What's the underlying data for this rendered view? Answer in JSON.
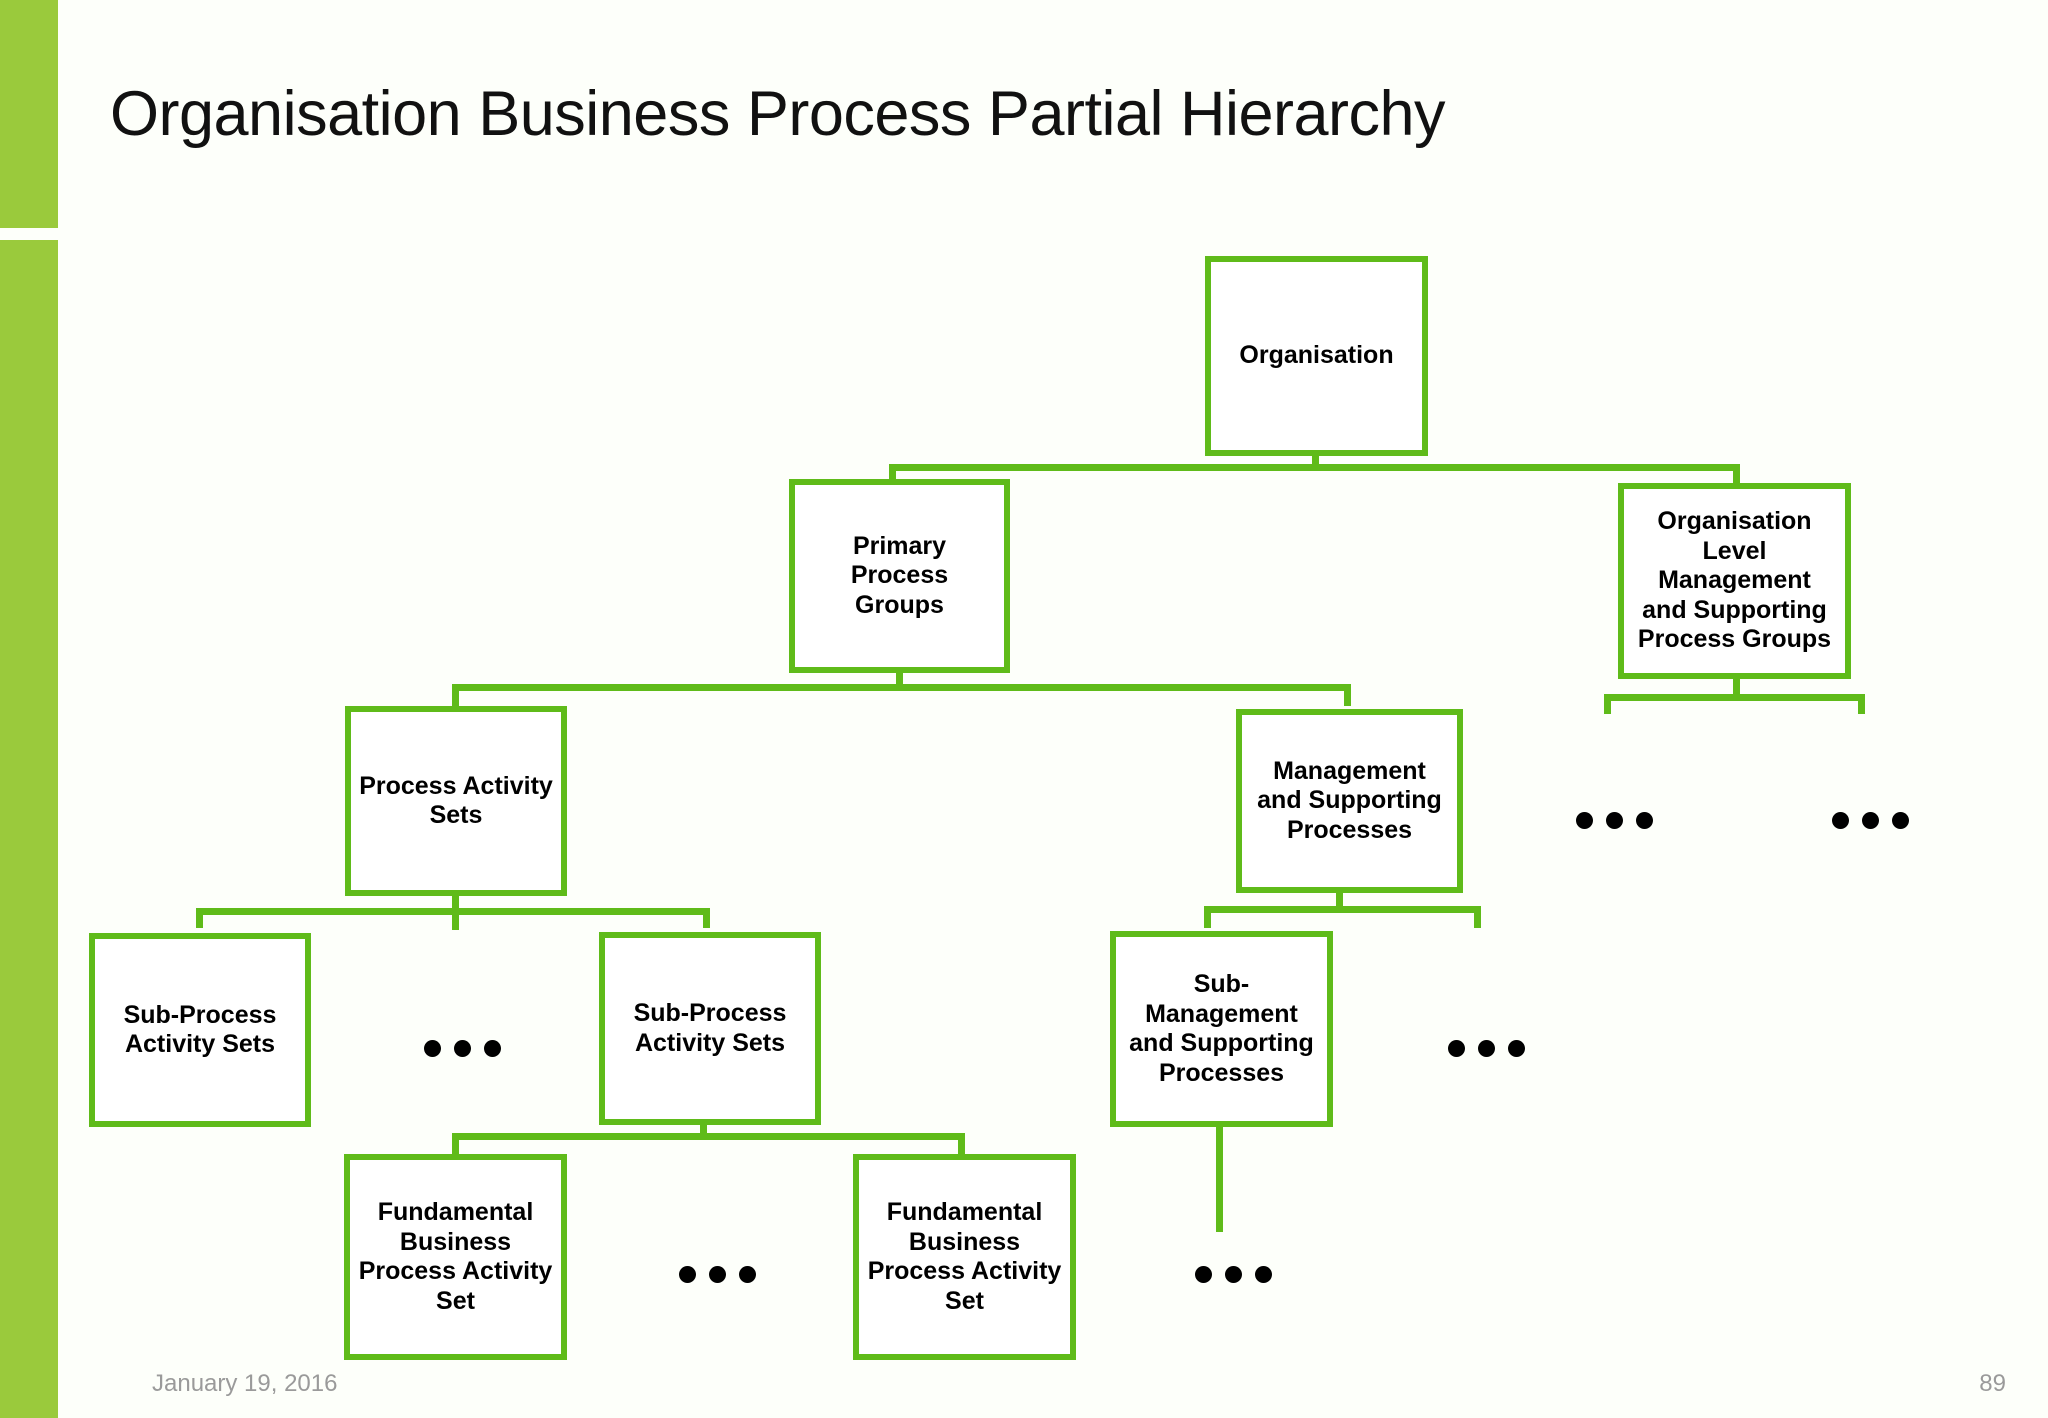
{
  "slide": {
    "title": "Organisation Business Process Partial Hierarchy",
    "accent_color": "#9ACA3C",
    "line_color": "#5FBB19",
    "background_color": "#FDFFFA",
    "footer": {
      "date": "January 19, 2016",
      "page_number": "89"
    }
  },
  "chart_data": {
    "type": "diagram",
    "title": "Organisation Business Process Partial Hierarchy",
    "layout": "top-down tree",
    "nodes": [
      {
        "id": "organisation",
        "label": "Organisation",
        "level": 0
      },
      {
        "id": "primary-process-groups",
        "label": "Primary Process\nGroups",
        "level": 1
      },
      {
        "id": "org-level-mgmt-supporting-process-groups",
        "label": "Organisation\nLevel\nManagement\nand Supporting\nProcess Groups",
        "level": 1
      },
      {
        "id": "process-activity-sets",
        "label": "Process Activity\nSets",
        "level": 2
      },
      {
        "id": "management-and-supporting-processes",
        "label": "Management\nand Supporting\nProcesses",
        "level": 2
      },
      {
        "id": "sub-process-activity-sets-left",
        "label": "Sub-Process\nActivity Sets",
        "level": 3
      },
      {
        "id": "sub-process-activity-sets-right",
        "label": "Sub-Process\nActivity Sets",
        "level": 3
      },
      {
        "id": "sub-management-and-supporting-processes",
        "label": "Sub-\nManagement\nand Supporting\nProcesses",
        "level": 3
      },
      {
        "id": "fundamental-business-process-activity-set-left",
        "label": "Fundamental\nBusiness\nProcess Activity\nSet",
        "level": 4
      },
      {
        "id": "fundamental-business-process-activity-set-right",
        "label": "Fundamental\nBusiness\nProcess Activity\nSet",
        "level": 4
      }
    ],
    "edges": [
      {
        "from": "organisation",
        "to": "primary-process-groups"
      },
      {
        "from": "organisation",
        "to": "org-level-mgmt-supporting-process-groups"
      },
      {
        "from": "primary-process-groups",
        "to": "process-activity-sets"
      },
      {
        "from": "primary-process-groups",
        "to": "management-and-supporting-processes"
      },
      {
        "from": "org-level-mgmt-supporting-process-groups",
        "to": "ellipsis-org-level-a"
      },
      {
        "from": "org-level-mgmt-supporting-process-groups",
        "to": "ellipsis-org-level-b"
      },
      {
        "from": "process-activity-sets",
        "to": "sub-process-activity-sets-left"
      },
      {
        "from": "process-activity-sets",
        "to": "sub-process-activity-sets-right"
      },
      {
        "from": "management-and-supporting-processes",
        "to": "sub-management-and-supporting-processes"
      },
      {
        "from": "sub-process-activity-sets-right",
        "to": "fundamental-business-process-activity-set-left"
      },
      {
        "from": "sub-process-activity-sets-right",
        "to": "fundamental-business-process-activity-set-right"
      }
    ],
    "ellipses": [
      {
        "id": "ellipsis-org-level-a",
        "label": "•••",
        "meaning": "more organisation level process groups"
      },
      {
        "id": "ellipsis-org-level-b",
        "label": "•••",
        "meaning": "more organisation level process groups"
      },
      {
        "id": "ellipsis-sub-process",
        "label": "•••",
        "meaning": "more sub-process activity sets"
      },
      {
        "id": "ellipsis-sub-management",
        "label": "•••",
        "meaning": "more sub-management processes"
      },
      {
        "id": "ellipsis-fundamental-middle",
        "label": "•••",
        "meaning": "more fundamental business process activity sets"
      },
      {
        "id": "ellipsis-fundamental-right",
        "label": "•••",
        "meaning": "more fundamental business process activity sets"
      }
    ]
  }
}
